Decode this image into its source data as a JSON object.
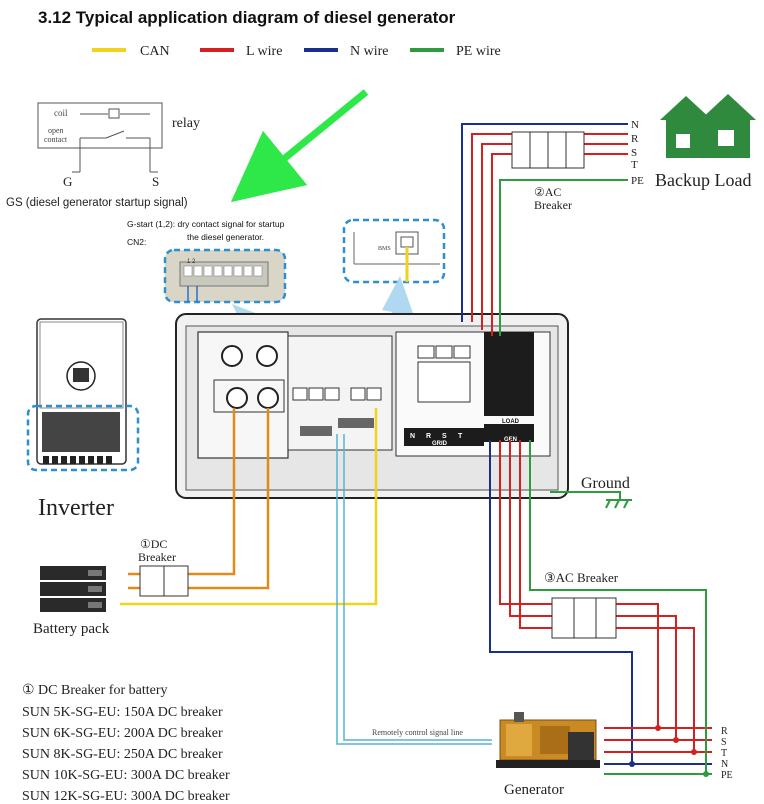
{
  "title": "3.12 Typical  application diagram of diesel generator",
  "legend": [
    {
      "label": "CAN",
      "color": "#f2d21a"
    },
    {
      "label": "L wire",
      "color": "#d42020"
    },
    {
      "label": "N wire",
      "color": "#1a2f8c"
    },
    {
      "label": "PE wire",
      "color": "#2f9a3e"
    }
  ],
  "relay": {
    "coil_label": "coil",
    "contact_label_1": "open",
    "contact_label_2": "contact",
    "relay_label": "relay",
    "g_label": "G",
    "s_label": "S",
    "signal_label": "GS (diesel generator startup signal)"
  },
  "cn2": {
    "note_line1": "G-start (1,2): dry contact signal for startup",
    "note_line2": "the diesel generator.",
    "label": "CN2:",
    "pins": "1 2"
  },
  "bms_label": "BMS",
  "terminals": {
    "grid_letters": [
      "N",
      "R",
      "S",
      "T"
    ],
    "grid_label": "GRID",
    "load_label": "LOAD",
    "gen_label": "GEN"
  },
  "backup": {
    "phases": [
      "N",
      "R",
      "S",
      "T",
      "PE"
    ],
    "title": "Backup Load",
    "breaker_label_1": "②AC",
    "breaker_label_2": "Breaker"
  },
  "inverter_label": "Inverter",
  "ground_label": "Ground",
  "dc_breaker": {
    "label_1": "①DC",
    "label_2": "Breaker"
  },
  "battery_label": "Battery pack",
  "ac_breaker3_label": "③AC Breaker",
  "signal_line_label": "Remotely control signal line",
  "generator": {
    "label": "Generator",
    "phases": [
      "R",
      "S",
      "T",
      "N",
      "PE"
    ]
  },
  "notes": {
    "heading": "① DC Breaker for battery",
    "rows": [
      "SUN 5K-SG-EU:  150A DC breaker",
      "SUN 6K-SG-EU:   200A DC breaker",
      "SUN 8K-SG-EU:  250A DC breaker",
      "SUN 10K-SG-EU: 300A DC breaker",
      "SUN 12K-SG-EU: 300A DC breaker"
    ]
  }
}
